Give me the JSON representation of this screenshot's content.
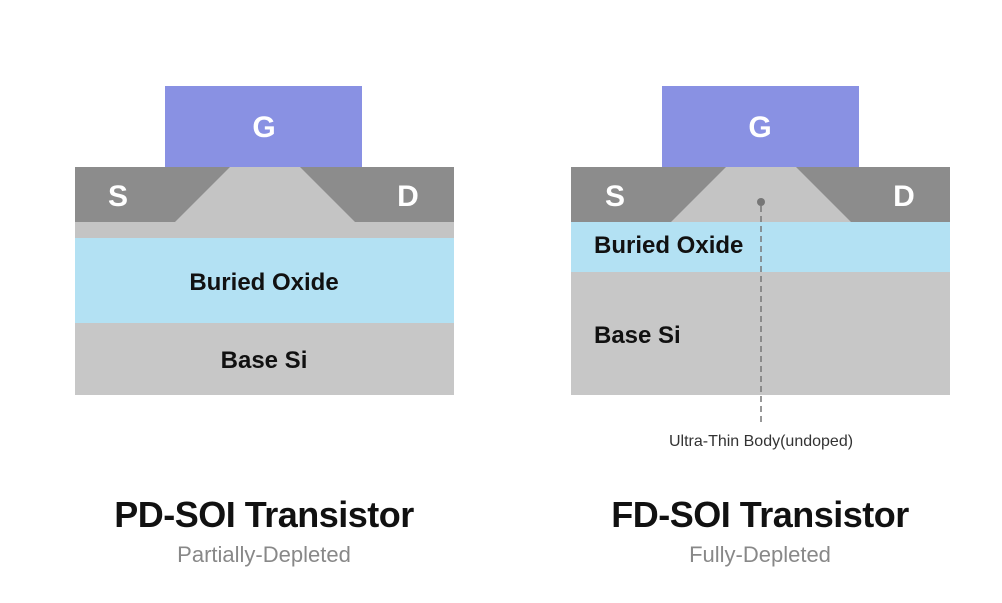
{
  "colors": {
    "gate": "#8991e3",
    "source_drain": "#8c8c8c",
    "channel": "#c4c4c4",
    "buried_oxide": "#b3e1f3",
    "base_si": "#c7c7c7",
    "thin_si": "#c4c4c4",
    "annotation_line": "#777777"
  },
  "pd_soi": {
    "gate_label": "G",
    "source_label": "S",
    "drain_label": "D",
    "oxide_label": "Buried Oxide",
    "base_label": "Base Si",
    "title": "PD-SOI Transistor",
    "subtitle": "Partially-Depleted"
  },
  "fd_soi": {
    "gate_label": "G",
    "source_label": "S",
    "drain_label": "D",
    "oxide_label": "Buried Oxide",
    "base_label": "Base Si",
    "annotation": "Ultra-Thin Body(undoped)",
    "title": "FD-SOI Transistor",
    "subtitle": "Fully-Depleted"
  }
}
